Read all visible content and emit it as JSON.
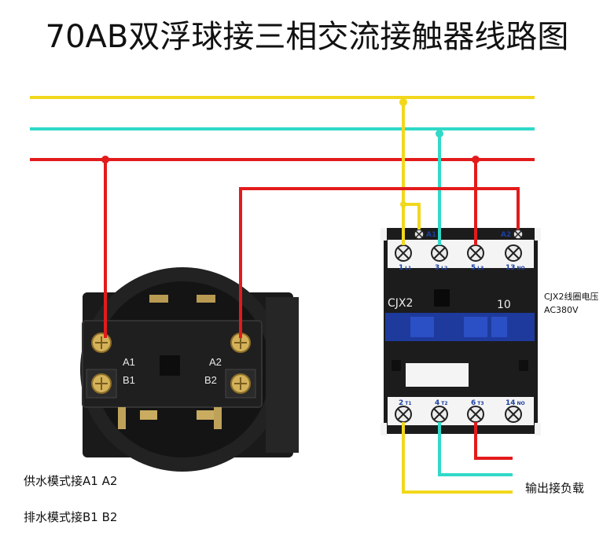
{
  "title": "70AB双浮球接三相交流接触器线路图",
  "colors": {
    "yellow": "#f2d81c",
    "cyan": "#30d9c8",
    "red": "#e31b1b",
    "contactor_blue": "#1e3a9c",
    "black": "#1c1c1c"
  },
  "switch": {
    "labels": {
      "a1": "A1",
      "a2": "A2",
      "b1": "B1",
      "b2": "B2"
    }
  },
  "contactor": {
    "model": "CJX2",
    "rating": "10",
    "top_coil": {
      "a1": "A1",
      "a2": "A2"
    },
    "top_terminals": [
      {
        "num": "1",
        "sub": "L1"
      },
      {
        "num": "3",
        "sub": "L2"
      },
      {
        "num": "5",
        "sub": "L3"
      },
      {
        "num": "13",
        "sub": "NO"
      }
    ],
    "bottom_terminals": [
      {
        "num": "2",
        "sub": "T1"
      },
      {
        "num": "4",
        "sub": "T2"
      },
      {
        "num": "6",
        "sub": "T3"
      },
      {
        "num": "14",
        "sub": "NO"
      }
    ],
    "coil_note_line1": "CJX2线圈电压",
    "coil_note_line2": "AC380V"
  },
  "notes": {
    "supply_mode": "供水模式接A1 A2",
    "drain_mode": "排水模式接B1 B2",
    "output": "输出接负载"
  }
}
